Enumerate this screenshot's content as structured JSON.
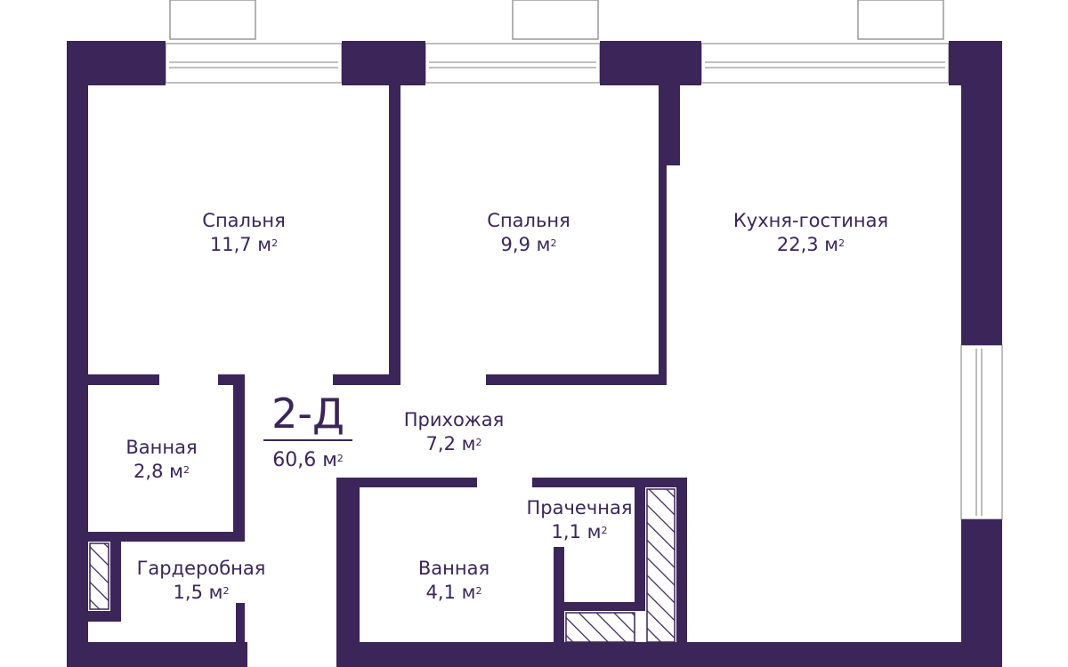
{
  "colors": {
    "wall": "#3b2559",
    "window_frame": "#9a9a9a",
    "background": "#ffffff"
  },
  "apartment": {
    "code": "2-Д",
    "area_value": "60,6",
    "unit": "м",
    "unit_exp": "2"
  },
  "rooms": [
    {
      "name": "Спальня",
      "area": "11,7"
    },
    {
      "name": "Спальня",
      "area": "9,9"
    },
    {
      "name": "Кухня-гостиная",
      "area": "22,3"
    },
    {
      "name": "Прихожая",
      "area": "7,2"
    },
    {
      "name": "Ванная",
      "area": "2,8"
    },
    {
      "name": "Гардеробная",
      "area": "1,5"
    },
    {
      "name": "Прачечная",
      "area": "1,1"
    },
    {
      "name": "Ванная",
      "area": "4,1"
    }
  ]
}
